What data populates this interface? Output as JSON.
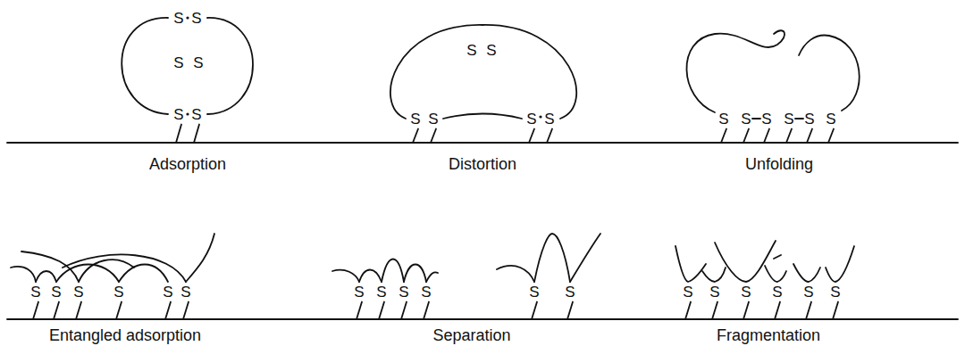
{
  "diagram": {
    "labels": [
      "S",
      "S",
      "S",
      "S",
      "S",
      "S",
      "Adsorption",
      "S",
      "S",
      "S",
      "S",
      "S",
      "S",
      "Distortion",
      "S",
      "S",
      "S",
      "S",
      "S",
      "S",
      "Unfolding",
      "S",
      "S",
      "S",
      "S",
      "S",
      "S",
      "Entangled adsorption",
      "S",
      "S",
      "S",
      "S",
      "S",
      "S",
      "Separation",
      "S",
      "S",
      "S",
      "S",
      "S",
      "S",
      "Fragmentation"
    ]
  }
}
